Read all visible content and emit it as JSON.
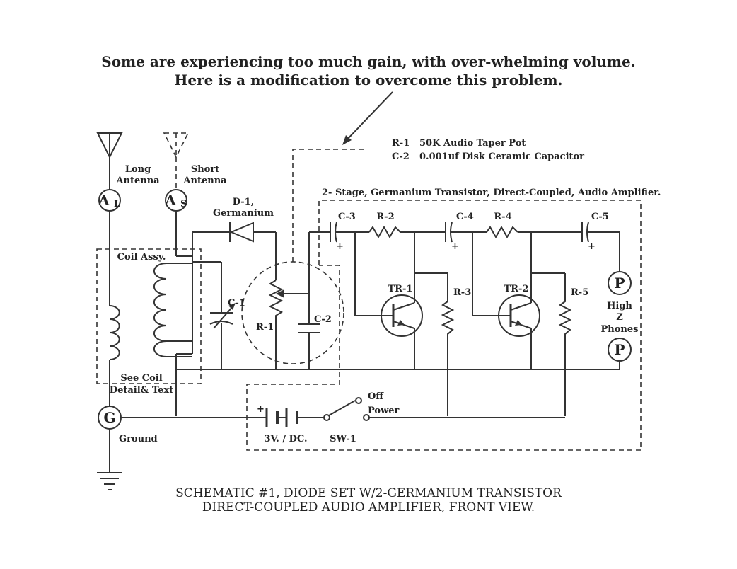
{
  "note": {
    "line1": "Some are experiencing too much gain, with over-whelming volume.",
    "line2": "Here is a modification to overcome this problem."
  },
  "mod_parts": {
    "r1_ref": "R-1",
    "r1_desc": "50K Audio Taper Pot",
    "c2_ref": "C-2",
    "c2_desc": "0.001uf Disk Ceramic Capacitor"
  },
  "amp_title": "2- Stage, Germanium Transistor, Direct-Coupled, Audio Amplifier.",
  "antenna": {
    "long_l1": "Long",
    "long_l2": "Antenna",
    "short_l1": "Short",
    "short_l2": "Antenna",
    "al_letter": "A",
    "al_sub": "L",
    "as_letter": "A",
    "as_sub": "S"
  },
  "diode": {
    "l1": "D-1,",
    "l2": "Germanium"
  },
  "coil": {
    "label": "Coil Assy.",
    "note_l1": "See Coil",
    "note_l2": "Detail& Text"
  },
  "components": {
    "c1": "C-1",
    "r1": "R-1",
    "c2": "C-2",
    "c3": "C-3",
    "c4": "C-4",
    "c5": "C-5",
    "r2": "R-2",
    "r3": "R-3",
    "r4": "R-4",
    "r5": "R-5",
    "tr1": "TR-1",
    "tr2": "TR-2",
    "plus": "+"
  },
  "phones": {
    "p": "P",
    "l1": "High",
    "l2": "Z",
    "l3": "Phones"
  },
  "ground": {
    "g": "G",
    "label": "Ground"
  },
  "power": {
    "battery": "3V. / DC.",
    "switch": "SW-1",
    "off": "Off",
    "power": "Power",
    "plus": "+"
  },
  "caption": {
    "line1": "SCHEMATIC #1, DIODE SET W/2-GERMANIUM TRANSISTOR",
    "line2": "DIRECT-COUPLED AUDIO AMPLIFIER, FRONT VIEW."
  }
}
